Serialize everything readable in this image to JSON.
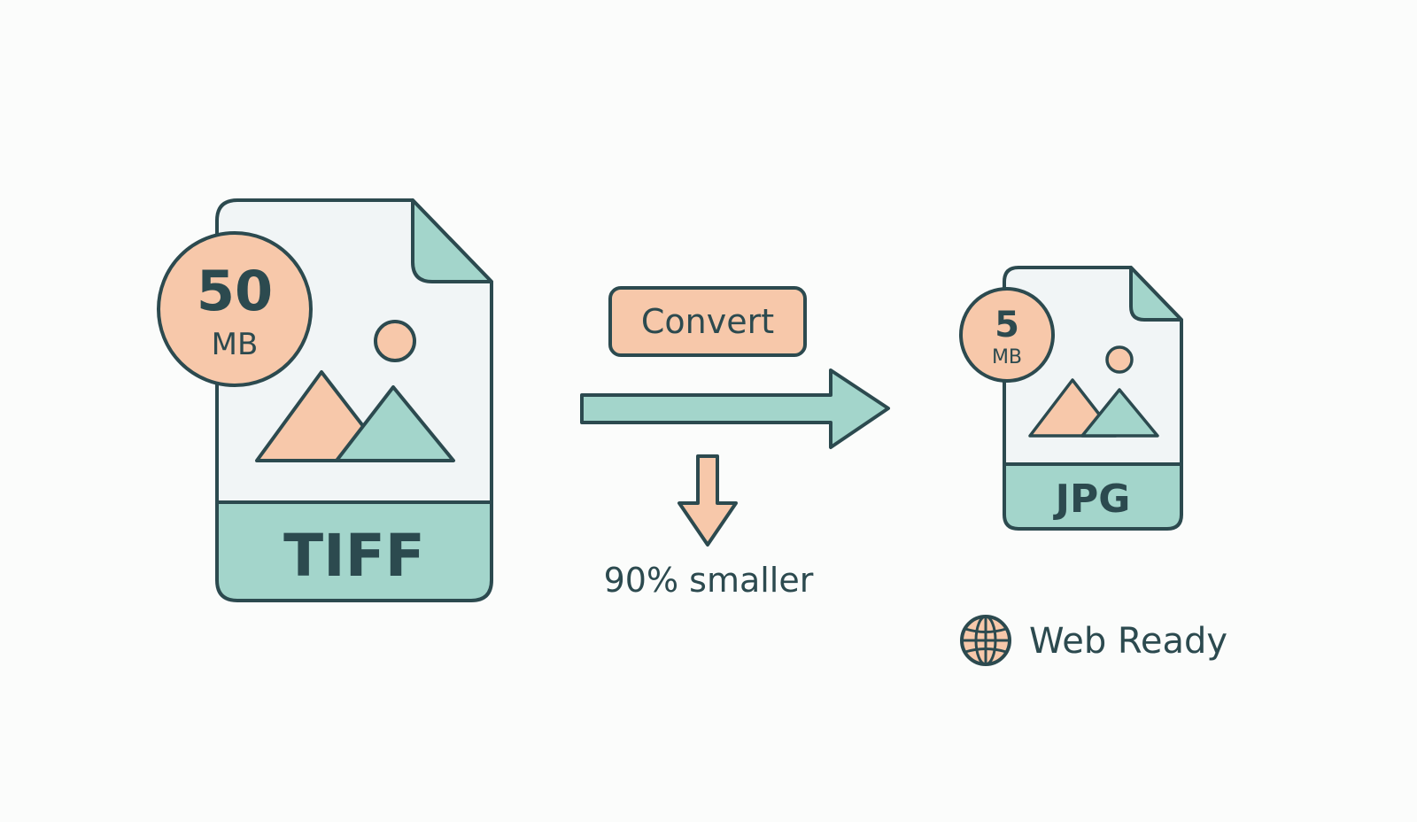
{
  "source_file": {
    "size_value": "50",
    "size_unit": "MB",
    "format": "TIFF"
  },
  "conversion": {
    "action_label": "Convert",
    "reduction_text": "90% smaller"
  },
  "output_file": {
    "size_value": "5",
    "size_unit": "MB",
    "format": "JPG",
    "badge_text": "Web Ready"
  },
  "colors": {
    "outline": "#2c4a4f",
    "peach": "#f7c8aa",
    "mint": "#a3d5cb",
    "paper": "#f1f5f6",
    "background": "#fbfcfb"
  },
  "icons": {
    "source_image": "image-icon",
    "output_image": "image-icon",
    "globe": "globe-icon",
    "arrow_right": "arrow-right-icon",
    "arrow_down": "arrow-down-icon"
  }
}
